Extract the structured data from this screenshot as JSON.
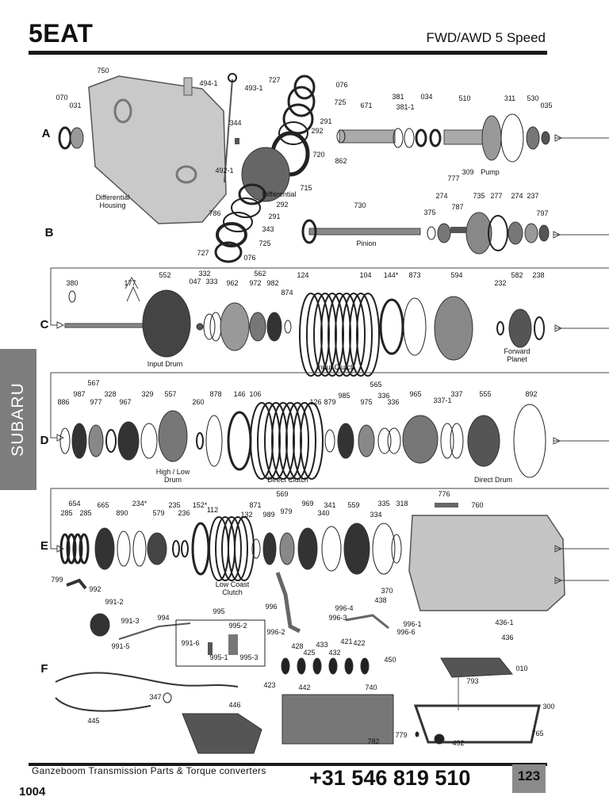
{
  "header": {
    "title": "5EAT",
    "subtitle": "FWD/AWD 5 Speed"
  },
  "side_tab": "SUBARU",
  "rows": [
    "A",
    "B",
    "C",
    "D",
    "E",
    "F"
  ],
  "labels": {
    "differential_housing": "Differential\nHousing",
    "differential": "Differential",
    "pump": "Pump",
    "pinion": "Pinion",
    "input_drum": "Input Drum",
    "input_clutch": "Input Clutch",
    "forward_planet": "Forward\nPlanet",
    "high_low_drum": "High / Low\nDrum",
    "direct_clutch": "Direct Clutch",
    "direct_drum": "Direct Drum",
    "low_coast_clutch": "Low Coast\nClutch"
  },
  "parts": {
    "row_a": [
      "750",
      "070",
      "031",
      "494-1",
      "493-1",
      "344",
      "492-1",
      "727",
      "076",
      "725",
      "291",
      "292",
      "720",
      "715",
      "786",
      "292",
      "291",
      "343",
      "725",
      "727",
      "076",
      "671",
      "862",
      "381",
      "381-1",
      "034",
      "510",
      "311",
      "530",
      "035",
      "777",
      "309"
    ],
    "row_b": [
      "730",
      "375",
      "274",
      "787",
      "735",
      "277",
      "274",
      "237",
      "797"
    ],
    "row_c": [
      "380",
      "177",
      "552",
      "047",
      "332",
      "333",
      "962",
      "562",
      "972",
      "982",
      "874",
      "124",
      "104",
      "144*",
      "873",
      "594",
      "232",
      "582",
      "238"
    ],
    "row_d": [
      "567",
      "886",
      "987",
      "977",
      "328",
      "967",
      "329",
      "557",
      "260",
      "878",
      "146",
      "106",
      "126",
      "565",
      "879",
      "985",
      "975",
      "336",
      "336",
      "965",
      "337-1",
      "337",
      "555",
      "892"
    ],
    "row_e": [
      "776",
      "760",
      "654",
      "285",
      "285",
      "665",
      "890",
      "234*",
      "579",
      "235",
      "236",
      "152*",
      "112",
      "569",
      "871",
      "132",
      "989",
      "979",
      "969",
      "341",
      "340",
      "559",
      "334",
      "335",
      "318",
      "370",
      "438",
      "436-1",
      "436"
    ],
    "row_e_low": [
      "799",
      "992",
      "991-2",
      "991-3",
      "991-5",
      "994",
      "995",
      "991-6",
      "995-2",
      "995-1",
      "995-3",
      "996",
      "996-4",
      "996-3",
      "996-2",
      "996-1",
      "996-6",
      "428",
      "425",
      "433",
      "432",
      "421",
      "422",
      "450",
      "423",
      "442",
      "740"
    ],
    "row_f": [
      "347",
      "445",
      "446",
      "793",
      "010",
      "300",
      "765",
      "779",
      "492",
      "782"
    ]
  },
  "footer": {
    "company": "Ganzeboom Transmission Parts & Torque converters",
    "phone": "+31 546 819 510",
    "page_number": "123",
    "doc_code": "1004"
  }
}
